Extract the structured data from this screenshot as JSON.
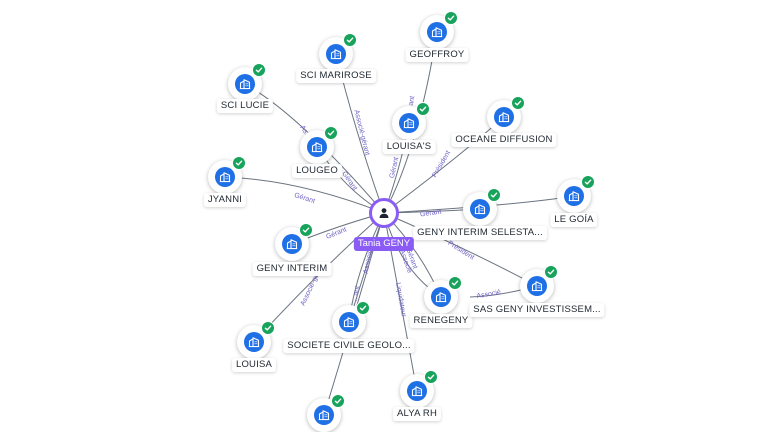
{
  "center": {
    "name": "Tania GENY",
    "icon": "person-icon"
  },
  "colors": {
    "accent": "#8a5cf5",
    "node": "#1f6fe5",
    "badge": "#17a35b",
    "edge": "#6b7480",
    "edge_label": "#6e63c6"
  },
  "nodes": [
    {
      "id": "geoffroy",
      "name": "GEOFFROY"
    },
    {
      "id": "sci-marirose",
      "name": "SCI MARIROSE"
    },
    {
      "id": "sci-lucie",
      "name": "SCI LUCIE"
    },
    {
      "id": "louisas",
      "name": "LOUISA'S"
    },
    {
      "id": "oceane",
      "name": "OCEANE DIFFUSION"
    },
    {
      "id": "lougeo",
      "name": "LOUGEO"
    },
    {
      "id": "jyanni",
      "name": "JYANNI"
    },
    {
      "id": "le-goia",
      "name": "LE GOÍA"
    },
    {
      "id": "geny-interim-selesta",
      "name": "GENY INTERIM SELESTA..."
    },
    {
      "id": "geny-interim",
      "name": "GENY INTERIM"
    },
    {
      "id": "renegeny",
      "name": "RENEGENY"
    },
    {
      "id": "sas-geny",
      "name": "SAS GENY INVESTISSEM..."
    },
    {
      "id": "louisa",
      "name": "LOUISA"
    },
    {
      "id": "sc-geolo",
      "name": "SOCIETE CIVILE GEOLO..."
    },
    {
      "id": "alya-rh",
      "name": "ALYA RH"
    },
    {
      "id": "bottom",
      "name": ""
    }
  ],
  "edge_labels": [
    {
      "id": "geoffroy",
      "text": "...ant"
    },
    {
      "id": "sci-marirose",
      "text": "Associé-gérant"
    },
    {
      "id": "sci-lucie",
      "text": "As..."
    },
    {
      "id": "louisas",
      "text": "Gérant"
    },
    {
      "id": "oceane",
      "text": "Président"
    },
    {
      "id": "lougeo",
      "text": "Gérant"
    },
    {
      "id": "jyanni",
      "text": "Gérant"
    },
    {
      "id": "geny-interim-selesta",
      "text": "Gérant"
    },
    {
      "id": "geny-interim",
      "text": "Gérant"
    },
    {
      "id": "renegeny-1",
      "text": "Gérant"
    },
    {
      "id": "renegeny-2",
      "text": "Associé"
    },
    {
      "id": "sas-geny-1",
      "text": "Président"
    },
    {
      "id": "sas-geny-2",
      "text": "Associé"
    },
    {
      "id": "louisa",
      "text": "Associé-gérant"
    },
    {
      "id": "sc-geolo-1",
      "text": "Associé"
    },
    {
      "id": "sc-geolo-2",
      "text": "...ant"
    },
    {
      "id": "alya-rh",
      "text": "Liquidateur"
    },
    {
      "id": "bottom",
      "text": "Gérant"
    }
  ]
}
